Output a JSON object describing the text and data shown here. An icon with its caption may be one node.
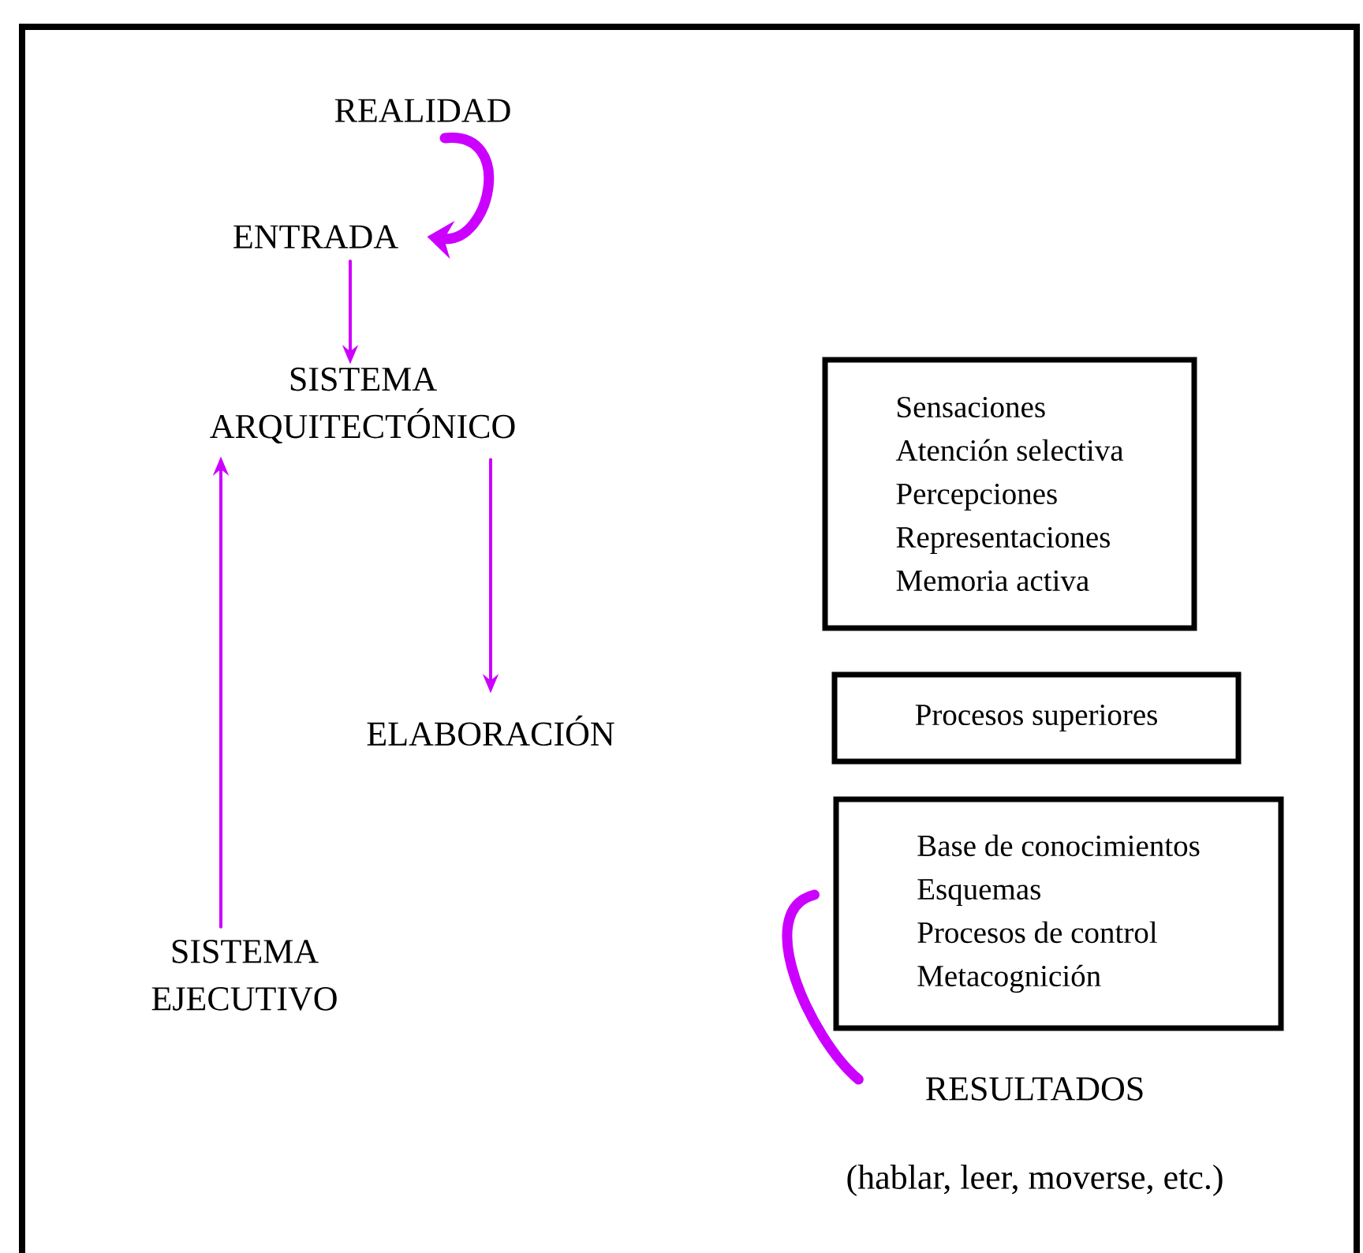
{
  "diagram": {
    "nodes": [
      {
        "text": [
          "REALIDAD"
        ]
      },
      {
        "text": [
          "ENTRADA"
        ]
      },
      {
        "text": [
          "SISTEMA ARQUITECTÓNICO"
        ]
      },
      {
        "text": [
          "ELABORACIÓN"
        ]
      },
      {
        "text": [
          "SISTEMA EJECUTIVO"
        ]
      },
      {
        "text": [
          "Sensaciones",
          "Atención selectiva",
          "Percepciones",
          "Representaciones",
          "Memoria activa"
        ]
      },
      {
        "text": [
          "Procesos superiores"
        ]
      },
      {
        "text": [
          "Base de conocimientos",
          "Esquemas",
          "Procesos de control",
          "Metacognición"
        ]
      },
      {
        "text": [
          "RESULTADOS"
        ]
      }
    ],
    "edges": [
      {
        "from": 0,
        "to": 1,
        "arrow": "to",
        "style": "thick"
      },
      {
        "from": 1,
        "to": 2,
        "arrow": "to"
      },
      {
        "from": 2,
        "to": 3,
        "arrow": "to"
      },
      {
        "from": 4,
        "to": 2,
        "arrow": "to"
      },
      {
        "from": 7,
        "to": 8,
        "arrow": "none",
        "style": "thick"
      }
    ],
    "labels": [
      "(hablar, leer, moverse, etc.)"
    ]
  }
}
